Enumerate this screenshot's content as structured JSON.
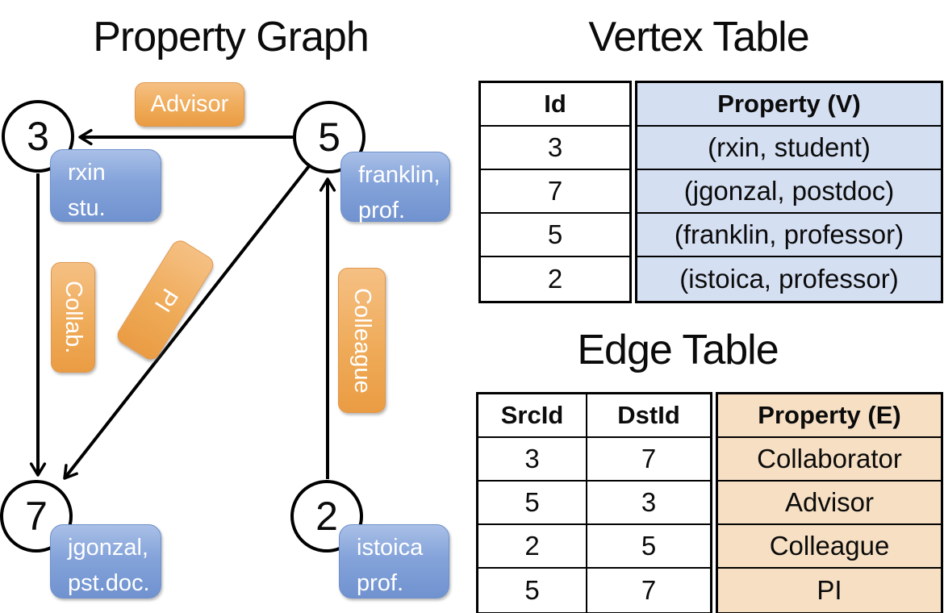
{
  "graph": {
    "title": "Property Graph",
    "nodes": [
      {
        "id": "3"
      },
      {
        "id": "5"
      },
      {
        "id": "7"
      },
      {
        "id": "2"
      }
    ],
    "edge_labels": {
      "advisor": "Advisor",
      "collab": "Collab.",
      "pi": "PI",
      "colleague": "Colleague"
    },
    "vertex_cards": [
      {
        "lines": [
          "rxin",
          "stu."
        ]
      },
      {
        "lines": [
          "franklin,",
          "prof."
        ]
      },
      {
        "lines": [
          "jgonzal,",
          "pst.doc."
        ]
      },
      {
        "lines": [
          "istoica",
          "prof."
        ]
      }
    ],
    "edges": [
      {
        "from": "5",
        "to": "3",
        "label": "Advisor"
      },
      {
        "from": "3",
        "to": "7",
        "label": "Collab."
      },
      {
        "from": "5",
        "to": "7",
        "label": "PI"
      },
      {
        "from": "2",
        "to": "5",
        "label": "Colleague"
      }
    ]
  },
  "vertex_table": {
    "title": "Vertex Table",
    "columns": [
      "Id",
      "Property (V)"
    ],
    "rows": [
      [
        "3",
        "(rxin, student)"
      ],
      [
        "7",
        "(jgonzal, postdoc)"
      ],
      [
        "5",
        "(franklin, professor)"
      ],
      [
        "2",
        "(istoica, professor)"
      ]
    ]
  },
  "edge_table": {
    "title": "Edge Table",
    "columns": [
      "SrcId",
      "DstId",
      "Property (E)"
    ],
    "rows": [
      [
        "3",
        "7",
        "Collaborator"
      ],
      [
        "5",
        "3",
        "Advisor"
      ],
      [
        "2",
        "5",
        "Colleague"
      ],
      [
        "5",
        "7",
        "PI"
      ]
    ]
  },
  "colors": {
    "edge_label_orange": "#EFAB59",
    "vertex_card_blue": "#84A3DA",
    "vertex_property_cell_blue": "#D5DFF2",
    "edge_property_cell_tan": "#F6DFC3",
    "line_black": "#000000"
  }
}
